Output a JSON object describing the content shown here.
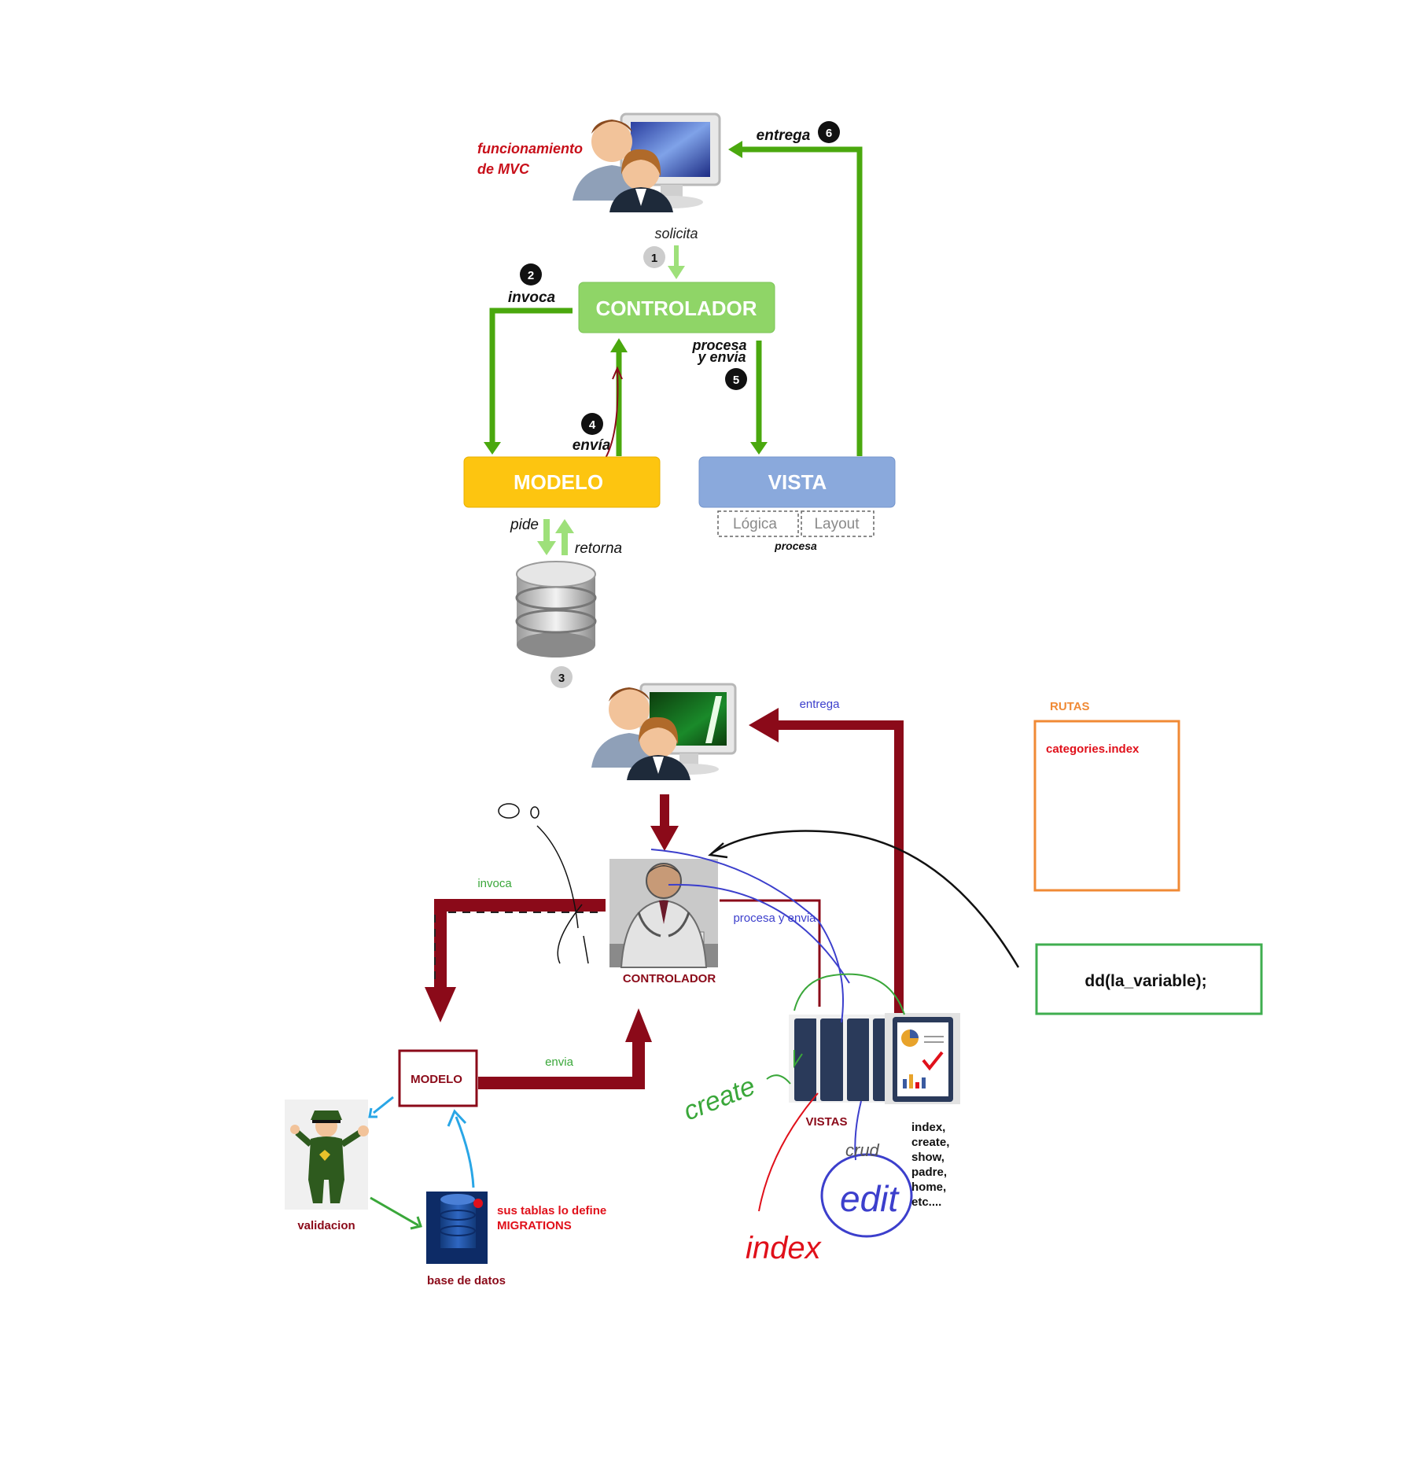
{
  "top_diagram": {
    "heading_line1": "funcionamiento",
    "heading_line2": "de MVC",
    "controlador": "CONTROLADOR",
    "modelo": "MODELO",
    "vista": "VISTA",
    "logica": "Lógica",
    "layout": "Layout",
    "procesa_small": "procesa",
    "solicita": "solicita",
    "invoca": "invoca",
    "envia": "envía",
    "procesa_y_envia_l1": "procesa",
    "procesa_y_envia_l2": "y envia",
    "entrega": "entrega",
    "pide": "pide",
    "retorna": "retorna",
    "step1": "1",
    "step2": "2",
    "step3": "3",
    "step4": "4",
    "step5": "5",
    "step6": "6"
  },
  "bottom_diagram": {
    "entrega": "entrega",
    "invoca": "invoca",
    "procesa_y_envia": "procesa y envia",
    "controlador": "CONTROLADOR",
    "modelo": "MODELO",
    "envia": "envia",
    "vistas": "VISTAS",
    "validacion": "validacion",
    "base_de_datos": "base de datos",
    "migrations_line1": "sus tablas lo define",
    "migrations_line2": "MIGRATIONS",
    "views_list": [
      "index,",
      "create,",
      "show,",
      "padre,",
      "home,",
      "etc...."
    ],
    "rutas_title": "RUTAS",
    "rutas_item": "categories.index",
    "dd_code": "dd(la_variable);",
    "handwritten": {
      "create": "create",
      "index": "index",
      "edit": "edit",
      "crud": "crud"
    }
  },
  "colors": {
    "green_arrow": "#4aa80e",
    "controlador_box": "#8fd567",
    "modelo_box": "#fdc510",
    "vista_box": "#8aa9dc",
    "dark_red": "#8b0a19",
    "orange": "#f08a35",
    "green_box": "#3fae4f",
    "red_text": "#e0101a",
    "blue_text": "#3c3fcc",
    "green_text": "#3aa73a"
  }
}
